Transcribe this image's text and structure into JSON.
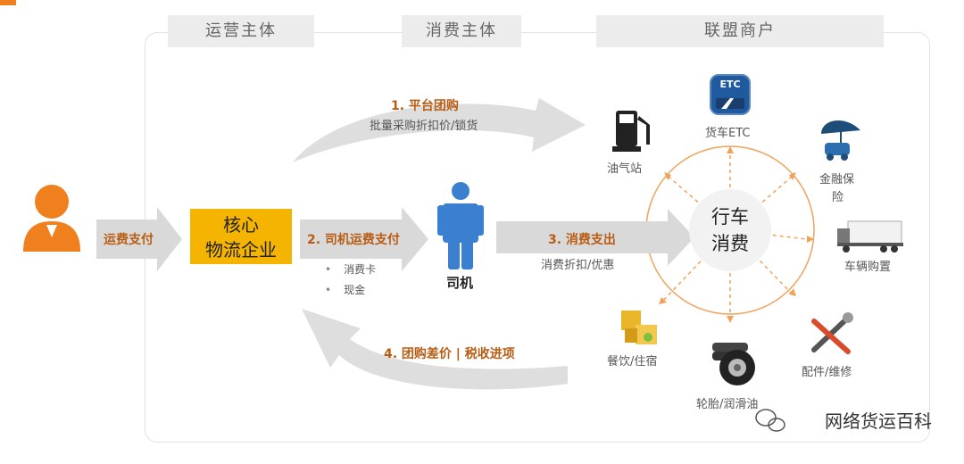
{
  "headers": {
    "operator": "运营主体",
    "consumer": "消费主体",
    "alliance": "联盟商户"
  },
  "left_arrow_label": "运费支付",
  "core_company": {
    "line1": "核心",
    "line2": "物流企业"
  },
  "flows": {
    "f1_title": "1. 平台团购",
    "f1_sub": "批量采购折扣价/锁货",
    "f2_title": "2. 司机运费支付",
    "f2_bullets": [
      "消费卡",
      "现金"
    ],
    "f3_title": "3. 消费支出",
    "f3_sub": "消费折扣/优惠",
    "f4_title": "4. 团购差价 | 税收进项"
  },
  "driver_label": "司机",
  "center": {
    "line1": "行车",
    "line2": "消费"
  },
  "merchants": {
    "gas": "油气站",
    "etc": "货车ETC",
    "finance_line1": "金融保",
    "finance_line2": "险",
    "truck": "车辆购置",
    "repair": "配件/维修",
    "tire": "轮胎/润滑油",
    "food": "餐饮/住宿"
  },
  "etc_icon_text": "ETC",
  "watermark": "网络货运百科",
  "colors": {
    "accent_orange": "#f07f1e",
    "core_yellow": "#f5b400",
    "driver_blue": "#3b7fd1",
    "arrow_gray": "#d9d9d9",
    "label_brown": "#b85c13"
  }
}
